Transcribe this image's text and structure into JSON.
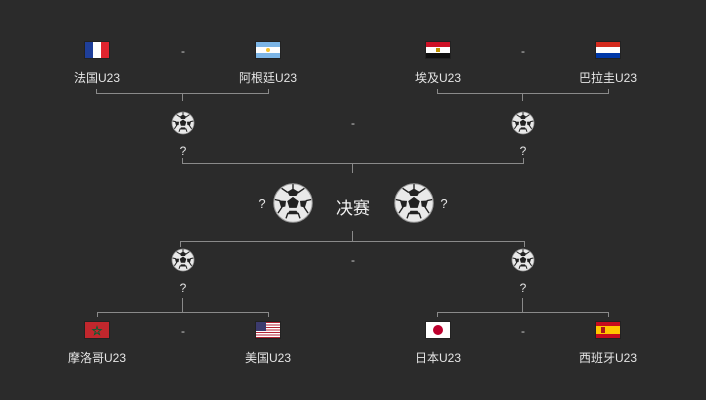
{
  "bracket": {
    "top": {
      "left_match": {
        "team_a": {
          "name": "法国U23",
          "flag": "france-flag"
        },
        "team_b": {
          "name": "阿根廷U23",
          "flag": "argentina-flag"
        },
        "separator": "-"
      },
      "right_match": {
        "team_a": {
          "name": "埃及U23",
          "flag": "egypt-flag"
        },
        "team_b": {
          "name": "巴拉圭U23",
          "flag": "paraguay-flag"
        },
        "separator": "-"
      },
      "semifinal": {
        "winner_left": "?",
        "winner_right": "?",
        "separator": "-"
      }
    },
    "final": {
      "label": "决赛",
      "team_left": "?",
      "team_right": "?"
    },
    "bottom": {
      "semifinal": {
        "winner_left": "?",
        "winner_right": "?",
        "separator": "-"
      },
      "left_match": {
        "team_a": {
          "name": "摩洛哥U23",
          "flag": "morocco-flag"
        },
        "team_b": {
          "name": "美国U23",
          "flag": "usa-flag"
        },
        "separator": "-"
      },
      "right_match": {
        "team_a": {
          "name": "日本U23",
          "flag": "japan-flag"
        },
        "team_b": {
          "name": "西班牙U23",
          "flag": "spain-flag"
        },
        "separator": "-"
      }
    }
  },
  "colors": {
    "background": "#2b2b2b",
    "line": "#8a8a8a",
    "text": "#e6e6e6"
  }
}
